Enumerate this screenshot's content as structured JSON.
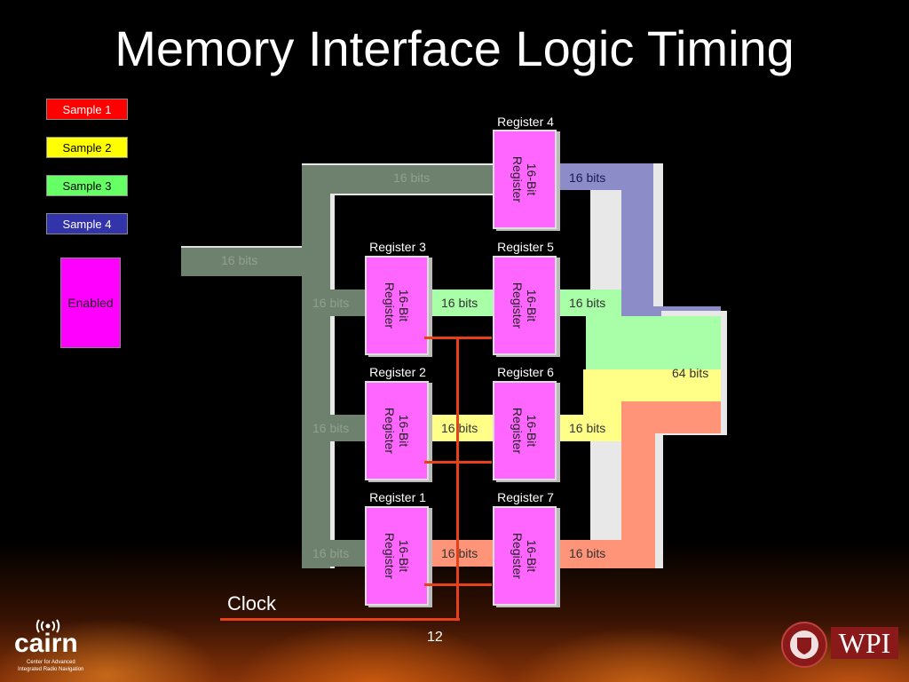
{
  "title": "Memory Interface Logic Timing",
  "legend": [
    {
      "label": "Sample 1",
      "color": "#ff0000",
      "text_color": "#ffffff"
    },
    {
      "label": "Sample 2",
      "color": "#ffff00",
      "text_color": "#000000"
    },
    {
      "label": "Sample 3",
      "color": "#66ff66",
      "text_color": "#000000"
    },
    {
      "label": "Sample 4",
      "color": "#3333aa",
      "text_color": "#ffffff"
    }
  ],
  "enabled_label": "Enabled",
  "register_text": [
    "16-Bit",
    "Register"
  ],
  "registers": {
    "r1": "Register 1",
    "r2": "Register 2",
    "r3": "Register 3",
    "r4": "Register 4",
    "r5": "Register 5",
    "r6": "Register 6",
    "r7": "Register 7"
  },
  "bits16": "16 bits",
  "bits64": "64 bits",
  "clock_label": "Clock",
  "page_number": "12",
  "logo": {
    "name": "cairn",
    "subtitle_1": "Center for Advanced",
    "subtitle_2": "Integrated Radio Navigation",
    "wpi": "WPI"
  },
  "colors": {
    "input_bus": "#6e806e",
    "register_fill": "#ff66ff",
    "enabled": "#ff00ff",
    "clock": "#e84018",
    "out_blue": "#8c8cc8",
    "out_green": "#a8ffa8",
    "out_yellow": "#ffff88",
    "out_salmon": "#ff9478"
  }
}
